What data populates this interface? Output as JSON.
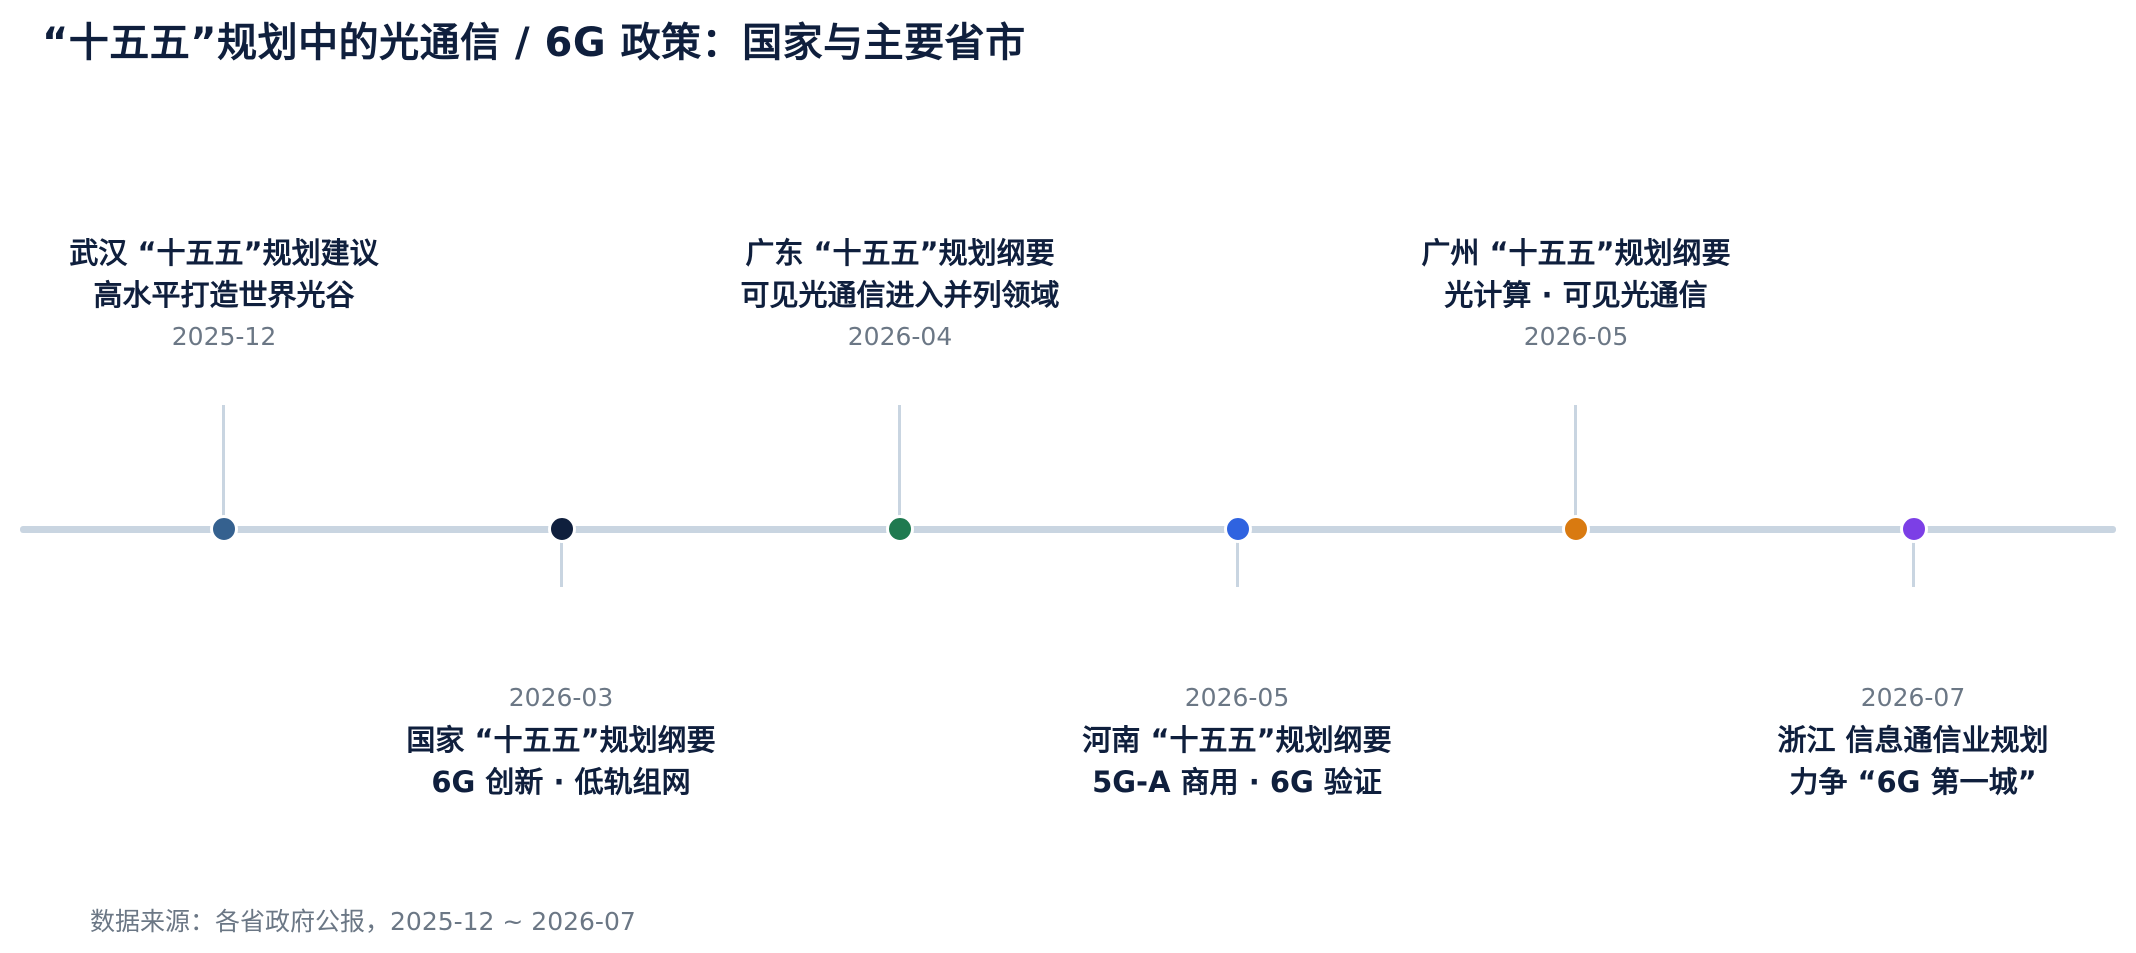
{
  "title": "“十五五”规划中的光通信 / 6G 政策：国家与主要省市",
  "events": [
    {
      "line1": "武汉 “十五五”规划建议",
      "line2": "高水平打造世界光谷",
      "date": "2025-12",
      "color": "#35618f"
    },
    {
      "line1": "国家 “十五五”规划纲要",
      "line2": "6G 创新 · 低轨组网",
      "date": "2026-03",
      "color": "#0f1f3d"
    },
    {
      "line1": "广东 “十五五”规划纲要",
      "line2": "可见光通信进入并列领域",
      "date": "2026-04",
      "color": "#1f7a50"
    },
    {
      "line1": "河南 “十五五”规划纲要",
      "line2": "5G-A 商用 · 6G 验证",
      "date": "2026-05",
      "color": "#2f63e0"
    },
    {
      "line1": "广州 “十五五”规划纲要",
      "line2": "光计算 · 可见光通信",
      "date": "2026-05",
      "color": "#d97a10"
    },
    {
      "line1": "浙江 信息通信业规划",
      "line2": "力争 “6G 第一城”",
      "date": "2026-07",
      "color": "#7c3fe6"
    }
  ],
  "footnote": "数据来源：各省政府公报，2025-12 ~ 2026-07"
}
